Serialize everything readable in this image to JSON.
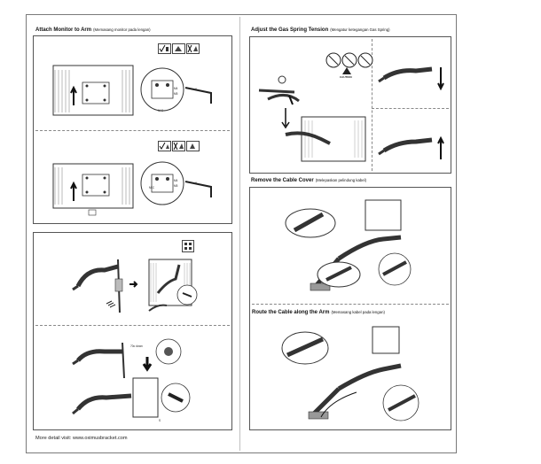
{
  "left": {
    "attach_title": "Attach Monitor to Arm",
    "attach_subtitle": "(Memasang monitor pada lengan)",
    "labels": {
      "m4": "M4",
      "m5": "M5",
      "mc": "M-C",
      "k": "K",
      "seventy_deg": "70o down",
      "s": "S"
    },
    "footer": "More detail visit: www.oximusbracket.com"
  },
  "right": {
    "gas_title": "Adjust the Gas Spring Tension",
    "gas_subtitle": "(Mengatur ketegangan Gas Spring)",
    "caution": "CAUTION",
    "cover_title": "Remove the Cable Cover",
    "cover_subtitle": "(Melepaskan pelindung kabel)",
    "route_title": "Route the Cable along the Arm",
    "route_subtitle": "(Memasang kabel pada lengan)"
  }
}
